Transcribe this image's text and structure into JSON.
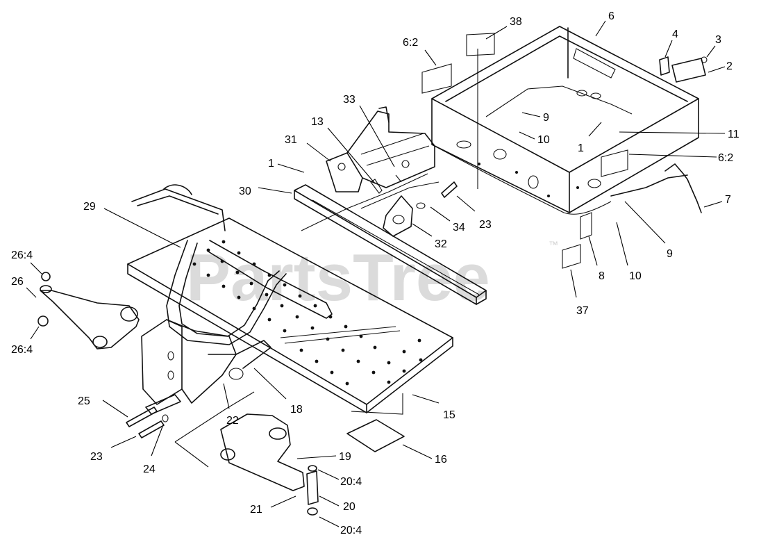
{
  "watermark": {
    "brand": "PartsTree",
    "trademark": "™"
  },
  "callouts": [
    {
      "id": "c-38",
      "label": "38"
    },
    {
      "id": "c-6",
      "label": "6"
    },
    {
      "id": "c-4",
      "label": "4"
    },
    {
      "id": "c-3",
      "label": "3"
    },
    {
      "id": "c-2",
      "label": "2"
    },
    {
      "id": "c-6-2-top",
      "label": "6:2"
    },
    {
      "id": "c-33",
      "label": "33"
    },
    {
      "id": "c-13",
      "label": "13"
    },
    {
      "id": "c-31",
      "label": "31"
    },
    {
      "id": "c-9-top",
      "label": "9"
    },
    {
      "id": "c-10-top",
      "label": "10"
    },
    {
      "id": "c-11",
      "label": "11"
    },
    {
      "id": "c-1-right",
      "label": "1"
    },
    {
      "id": "c-6-2-right",
      "label": "6:2"
    },
    {
      "id": "c-1-left",
      "label": "1"
    },
    {
      "id": "c-30",
      "label": "30"
    },
    {
      "id": "c-23-top",
      "label": "23"
    },
    {
      "id": "c-34",
      "label": "34"
    },
    {
      "id": "c-32",
      "label": "32"
    },
    {
      "id": "c-7",
      "label": "7"
    },
    {
      "id": "c-9-bottom",
      "label": "9"
    },
    {
      "id": "c-10-bottom",
      "label": "10"
    },
    {
      "id": "c-8",
      "label": "8"
    },
    {
      "id": "c-37",
      "label": "37"
    },
    {
      "id": "c-29",
      "label": "29"
    },
    {
      "id": "c-26-4-top",
      "label": "26:4"
    },
    {
      "id": "c-26",
      "label": "26"
    },
    {
      "id": "c-26-4-bottom",
      "label": "26:4"
    },
    {
      "id": "c-18",
      "label": "18"
    },
    {
      "id": "c-15",
      "label": "15"
    },
    {
      "id": "c-25",
      "label": "25"
    },
    {
      "id": "c-22",
      "label": "22"
    },
    {
      "id": "c-16",
      "label": "16"
    },
    {
      "id": "c-23-bottom",
      "label": "23"
    },
    {
      "id": "c-24",
      "label": "24"
    },
    {
      "id": "c-19",
      "label": "19"
    },
    {
      "id": "c-20-4-top",
      "label": "20:4"
    },
    {
      "id": "c-20",
      "label": "20"
    },
    {
      "id": "c-21",
      "label": "21"
    },
    {
      "id": "c-20-4-bottom",
      "label": "20:4"
    }
  ]
}
